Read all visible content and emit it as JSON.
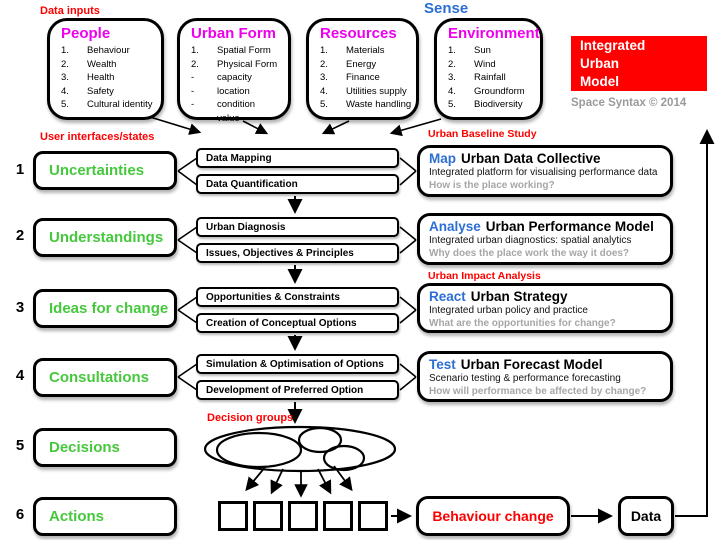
{
  "colors": {
    "red": "#FF0000",
    "magenta": "#EE00EE",
    "blue": "#2B6FD4",
    "green": "#46C83C",
    "gray_question": "#A6A6A6"
  },
  "top": {
    "data_inputs_label": "Data inputs",
    "sense_label": "Sense",
    "boxes": [
      {
        "title": "People",
        "items": [
          {
            "m": "1.",
            "t": "Behaviour"
          },
          {
            "m": "2.",
            "t": "Wealth"
          },
          {
            "m": "3.",
            "t": "Health"
          },
          {
            "m": "4.",
            "t": "Safety"
          },
          {
            "m": "5.",
            "t": "Cultural identity"
          }
        ]
      },
      {
        "title": "Urban Form",
        "items": [
          {
            "m": "1.",
            "t": "Spatial Form"
          },
          {
            "m": "2.",
            "t": "Physical Form"
          },
          {
            "m": "-",
            "t": "capacity"
          },
          {
            "m": "-",
            "t": "location"
          },
          {
            "m": "-",
            "t": "condition"
          },
          {
            "m": "-",
            "t": "value"
          }
        ]
      },
      {
        "title": "Resources",
        "items": [
          {
            "m": "1.",
            "t": "Materials"
          },
          {
            "m": "2.",
            "t": "Energy"
          },
          {
            "m": "3.",
            "t": "Finance"
          },
          {
            "m": "4.",
            "t": "Utilities supply"
          },
          {
            "m": "5.",
            "t": "Waste handling"
          }
        ]
      },
      {
        "title": "Environment",
        "items": [
          {
            "m": "1.",
            "t": "Sun"
          },
          {
            "m": "2.",
            "t": "Wind"
          },
          {
            "m": "3.",
            "t": "Rainfall"
          },
          {
            "m": "4.",
            "t": "Groundform"
          },
          {
            "m": "5.",
            "t": "Biodiversity"
          }
        ]
      }
    ]
  },
  "brand": {
    "line1": "Integrated",
    "line2": "Urban",
    "line3": "Model",
    "copyright": "Space Syntax © 2014"
  },
  "left": {
    "heading": "User interfaces/states",
    "rows": [
      {
        "num": "1",
        "label": "Uncertainties"
      },
      {
        "num": "2",
        "label": "Understandings"
      },
      {
        "num": "3",
        "label": "Ideas for change"
      },
      {
        "num": "4",
        "label": "Consultations"
      },
      {
        "num": "5",
        "label": "Decisions"
      },
      {
        "num": "6",
        "label": "Actions"
      }
    ]
  },
  "process": {
    "boxes": [
      "Data Mapping",
      "Data Quantification",
      "Urban Diagnosis",
      "Issues, Objectives & Principles",
      "Opportunities & Constraints",
      "Creation of Conceptual Options",
      "Simulation & Optimisation of Options",
      "Development of Preferred Option"
    ]
  },
  "right": {
    "baseline_label": "Urban Baseline Study",
    "impact_label": "Urban Impact Analysis",
    "models": [
      {
        "tag": "Map",
        "title": "Urban Data Collective",
        "desc": "Integrated platform for visualising performance data",
        "question": "How is the place working?"
      },
      {
        "tag": "Analyse",
        "title": "Urban Performance Model",
        "desc": "Integrated urban diagnostics: spatial analytics",
        "question": "Why does the place work the way it does?"
      },
      {
        "tag": "React",
        "title": "Urban Strategy",
        "desc": "Integrated urban policy and practice",
        "question": "What are the opportunities for change?"
      },
      {
        "tag": "Test",
        "title": "Urban Forecast Model",
        "desc": "Scenario testing & performance forecasting",
        "question": "How will performance be affected by change?"
      }
    ]
  },
  "bottom": {
    "decision_groups_label": "Decision groups",
    "behaviour_change": "Behaviour change",
    "data": "Data"
  }
}
